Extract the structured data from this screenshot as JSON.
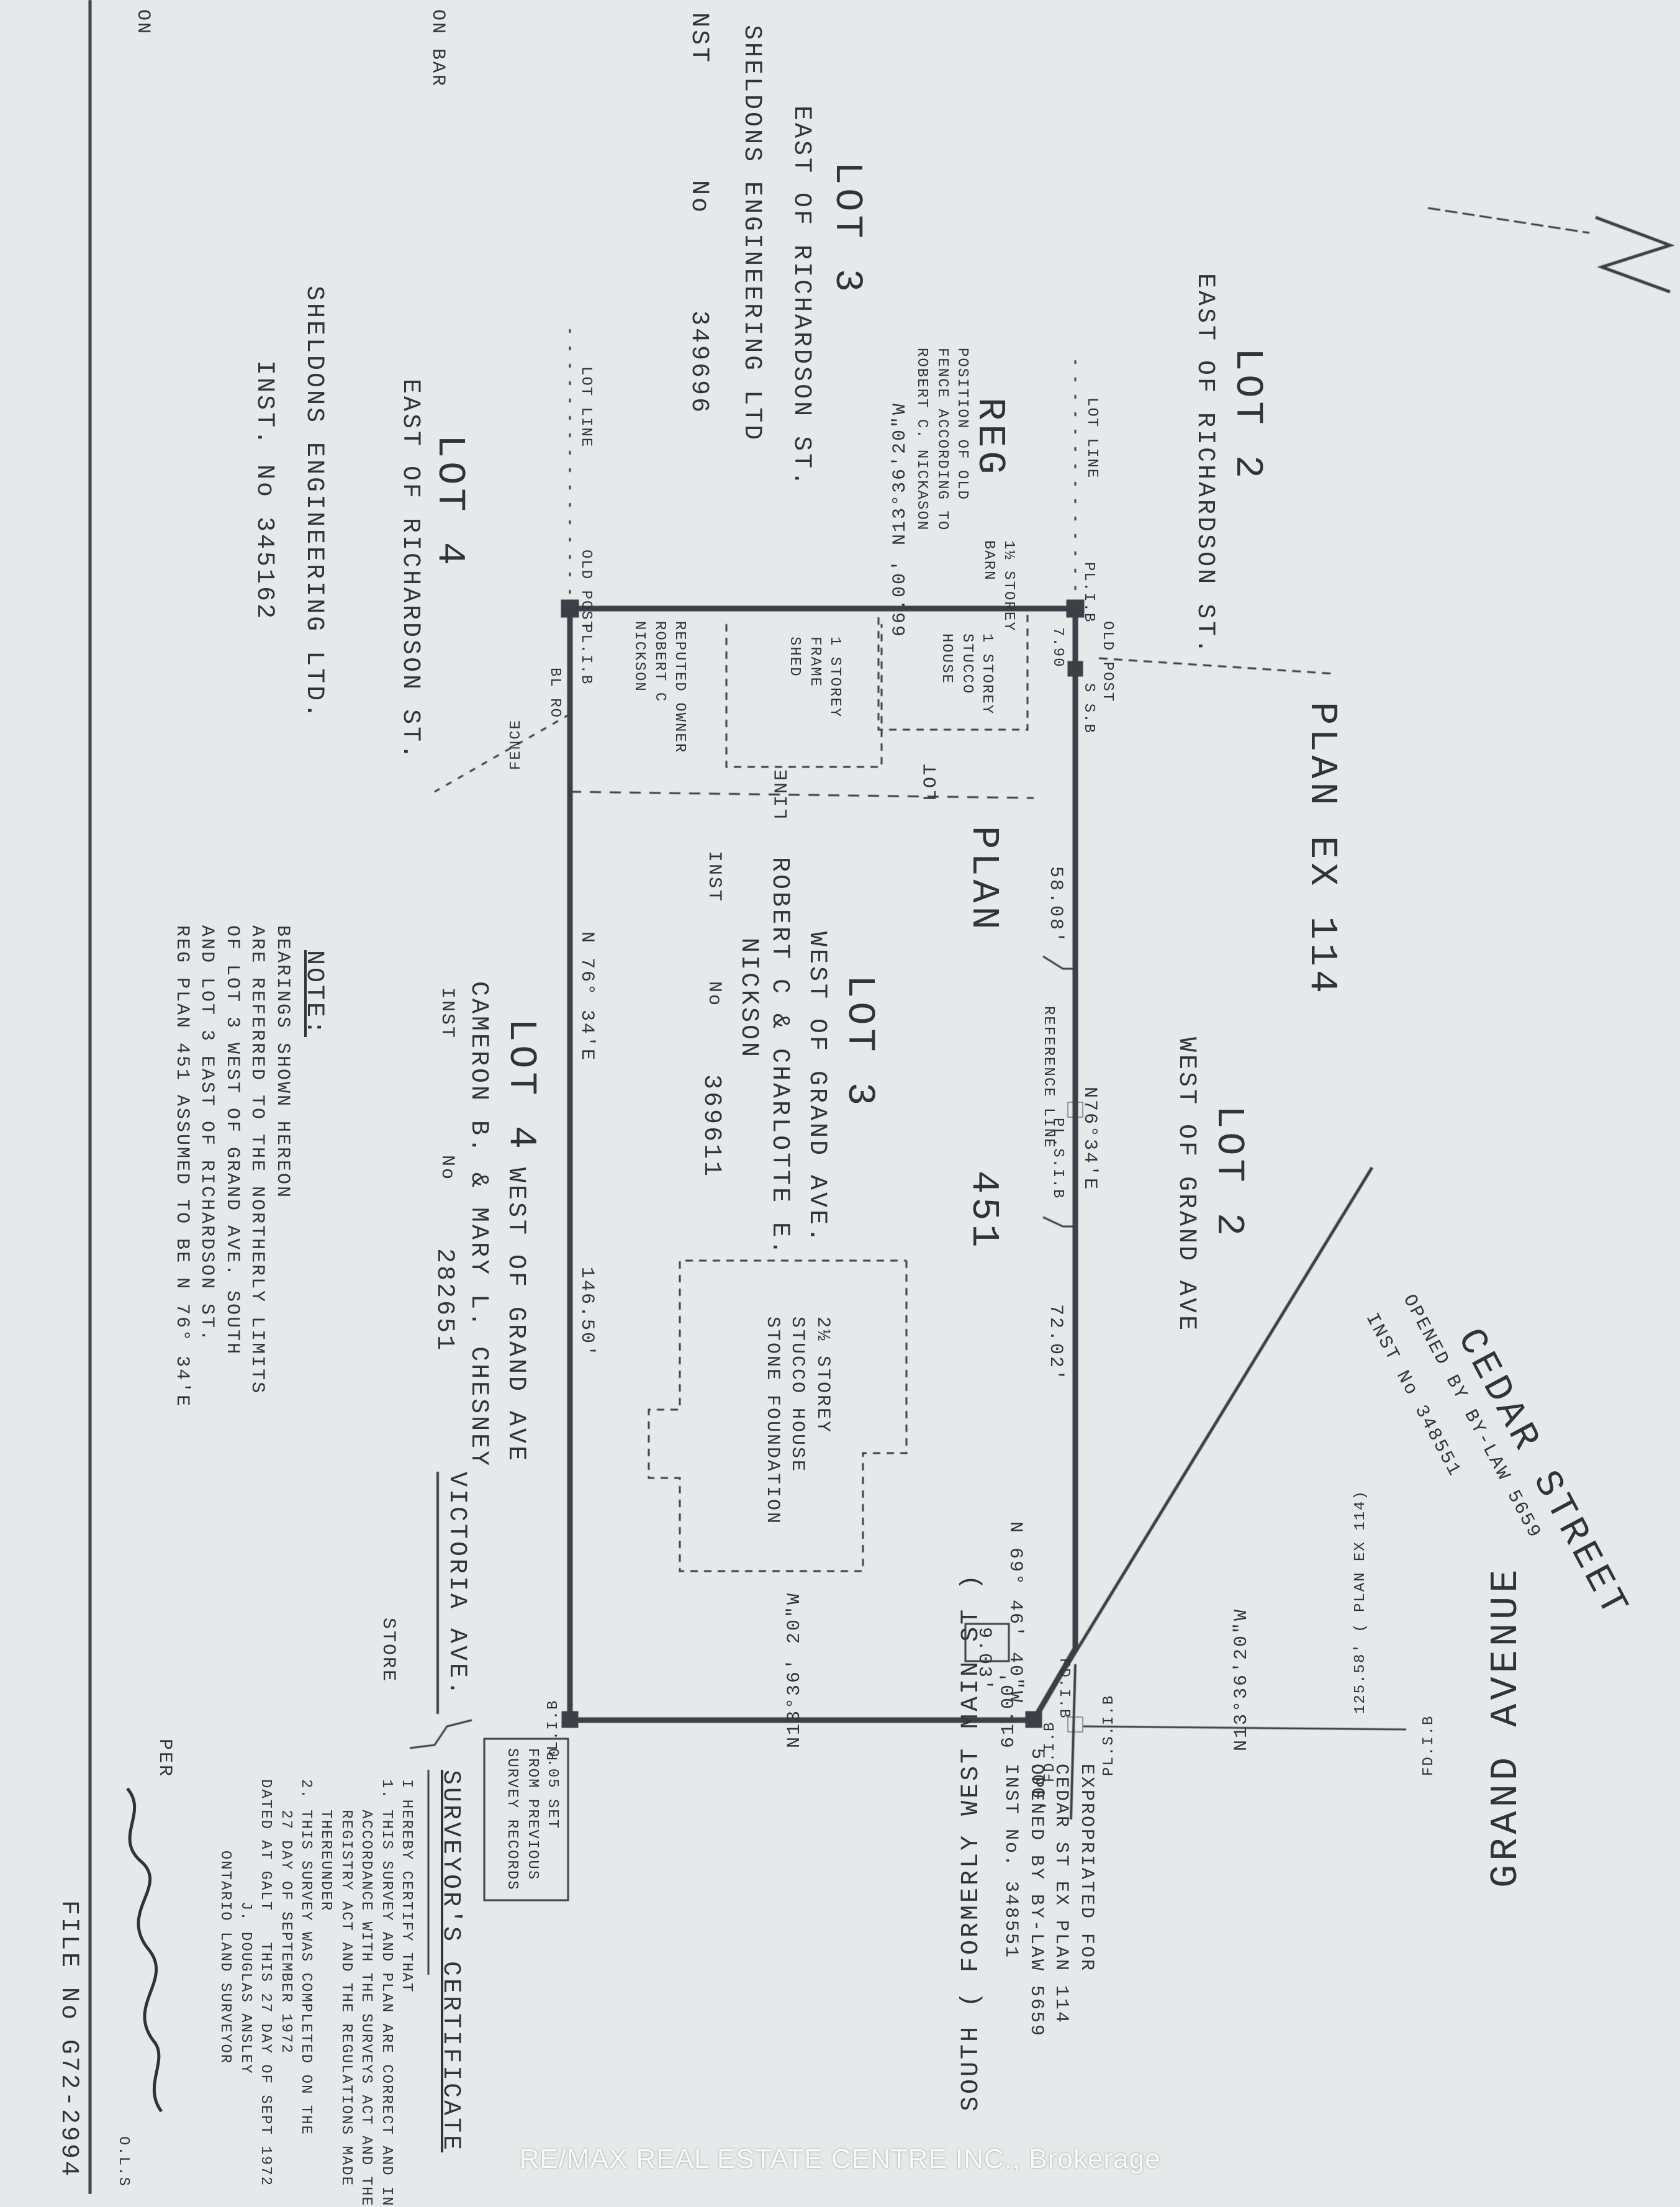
{
  "labels": {
    "lot2_richardson": "LOT 2",
    "lot2_richardson_sub": "EAST OF RICHARDSON ST.",
    "lot3_richardson": "LOT 3",
    "lot3_richardson_sub": "EAST OF RICHARDSON ST.",
    "sheldons_top": "SHELDONS ENGINEERING LTD",
    "inst_top": "NST",
    "inst_top_no": "No",
    "inst_top_num": "349696",
    "lot_line_1": "LOT LINE",
    "lot_line_2": "LOT LINE",
    "lot4_richardson": "LOT 4",
    "lot4_richardson_sub": "EAST OF RICHARDSON ST.",
    "sheldons_bottom": "SHELDONS ENGINEERING LTD.",
    "inst_bottom": "INST. No 345162",
    "reg": "REG",
    "plan": "PLAN",
    "plan_num": "451",
    "plan_ex": "PLAN EX 114",
    "old_fence": "POSITION OF OLD\nFENCE ACCORDING TO\nROBERT C. NICKASON",
    "barn": "1½ STOREY\nBARN",
    "stucco_house": "1 STOREY\nSTUCCO\nHOUSE",
    "frame_shed": "1 STOREY\nFRAME\nSHED",
    "reputed_owner": "REPUTED OWNER\nROBERT C\nNICKSON",
    "lot_line_word_lot": "LOT",
    "lot_line_word_line": "LINE",
    "lot2_grand": "LOT 2",
    "lot2_grand_sub": "WEST OF GRAND AVE",
    "lot3_grand": "LOT 3",
    "lot3_grand_sub": "WEST OF GRAND AVE.",
    "owner_robert": "ROBERT C & CHARLOTTE E.",
    "owner_robert2": "NICKSON",
    "owner_inst": "INST",
    "owner_inst_no": "No",
    "owner_inst_num": "369611",
    "reference_line": "REFERENCE LINE",
    "house_25": "2½ STOREY\nSTUCCO HOUSE\nSTONE FOUNDATION",
    "lot4_grand": "LOT 4",
    "lot4_grand_sub": "WEST OF GRAND AVE",
    "owner_cameron": "CAMERON B. & MARY L. CHESNEY",
    "owner_cameron_inst": "INST",
    "owner_cameron_no": "No",
    "owner_cameron_num": "282651",
    "note_title": "NOTE:",
    "note_body": "BEARINGS SHOWN HEREON\nARE REFERRED TO THE NORTHERLY LIMITS\nOF LOT 3 WEST OF GRAND AVE. SOUTH\nAND LOT 3 EAST OF RICHARDSON ST.\nREG PLAN 451 ASSUMED TO BE N 76° 34'E",
    "cedar_street": "CEDAR    STREET",
    "cedar_opened": "OPENED  BY  BY-LAW  5659",
    "cedar_inst": "INST   No   348551",
    "victoria": "VICTORIA AVE.",
    "store": "STORE",
    "grand_avenue": "GRAND      AVENUE",
    "south_st": "SOUTH ( FORMERLY WEST MAIN ST )",
    "expropriated": "EXPROPRIATED FOR\nCEDAR ST EX PLAN 114\nOPENED BY BY-LAW 5659\nINST No. 348551",
    "set_recs": "0.05 SET\nFROM PREVIOUS\nSURVEY RECORDS",
    "cert_title": "SURVEYOR'S CERTIFICATE",
    "cert_body": "I HEREBY CERTIFY THAT\n1. THIS SURVEY AND PLAN ARE CORRECT AND IN\n   ACCORDANCE WITH THE SURVEYS ACT AND THE\n   REGISTRY ACT AND THE REGULATIONS MADE\n   THEREUNDER\n2. THIS SURVEY WAS COMPLETED ON THE\n   27 DAY OF SEPTEMBER 1972\nDATED AT GALT   THIS 27 DAY OF SEPT 1972\n            J. DOUGLAS ANSLEY\n       ONTARIO LAND SURVEYOR",
    "per": "PER",
    "ols": "O.L.S",
    "file_no": "FILE No G72-2994",
    "edge_on": "ON",
    "edge_bar": "ON BAR"
  },
  "dims": {
    "north_6600": "66.00'   N13°36'20\"W",
    "s_790": "7.90",
    "d_5808": "58.08'",
    "b_n76_top": "N76°34'E",
    "d_7202": "72.02'",
    "b_n69": "N 69° 46' 40\"W",
    "d_903": "9.03'",
    "b_n76_bottom": "N 76° 34'E",
    "d_14650": "146.50'",
    "south_6100": "61.00'",
    "b_n13_south": "N13°36' 20\"W",
    "d_500": "5.00'",
    "b_n13_grand": "N13°36'20\"W",
    "d_12558": "125.58' ( PLAN EX 114)"
  },
  "markers": {
    "old_post_top": "OLD POST",
    "plib_top": "PL.I.B",
    "ssb": "S S.B",
    "old_post_bottom": "OLD POST",
    "plib_bottom": "PL.I.B",
    "bl_ro": "BL RO",
    "fence": "FENCE",
    "fd_ib": "FD.I.B",
    "pl_sib_ref": "PL.S.I.B",
    "fd_ib_grand": "FD.I.B",
    "pl_sib_grand": "PL.S.I.B",
    "fd_ib_corner": "FD.I.B",
    "pl_ib_south": "PL.I.B"
  },
  "watermark": "RE/MAX REAL ESTATE CENTRE INC., Brokerage"
}
